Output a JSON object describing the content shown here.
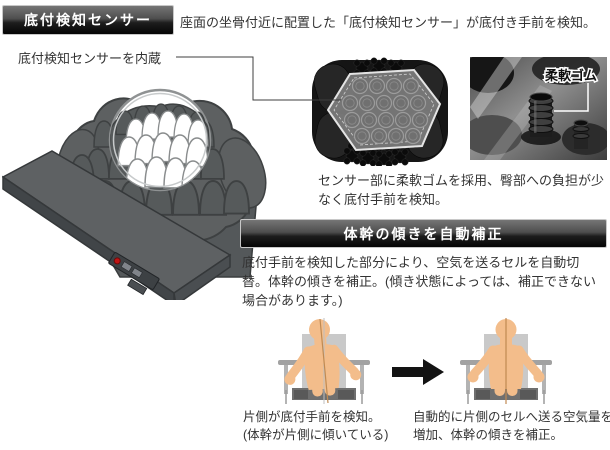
{
  "section1": {
    "header": "底付検知センサー",
    "intro": "座面の坐骨付近に配置した「底付検知センサー」が底付き手前を検知。",
    "builtin_label": "底付検知センサーを内蔵",
    "rubber_label": "柔軟ゴム",
    "photo_caption": "センサー部に柔軟ゴムを採用、臀部への負担が少なく底付手前を検知。"
  },
  "section2": {
    "header": "体幹の傾きを自動補正",
    "description": "底付手前を検知した部分により、空気を送るセルを自動切替。体幹の傾きを補正。(傾き状態によっては、補正できない場合があります。)",
    "left_figure": {
      "caption_line1": "片側が底付手前を検知。",
      "caption_line2": "(体幹が片側に傾いている)"
    },
    "right_figure": {
      "caption_line1": "自動的に片側のセルへ送る空気量を",
      "caption_line2": "増加、体幹の傾きを補正。"
    }
  },
  "icons": {
    "arrow": "arrow-right-icon",
    "magnifier": "magnifier-lens-icon"
  },
  "colors": {
    "header_gradient_top": "#757575",
    "header_gradient_bottom": "#050505",
    "body_text": "#333333",
    "illustration_gray": "#5d6061",
    "skin": "#f3bd8b",
    "wheelchair_gray": "#c9c9c9",
    "seat_gray": "#6f6f6f",
    "power_led_red": "#c01414",
    "arrow_black": "#131313",
    "trunk_line_tan": "#c08a52"
  }
}
